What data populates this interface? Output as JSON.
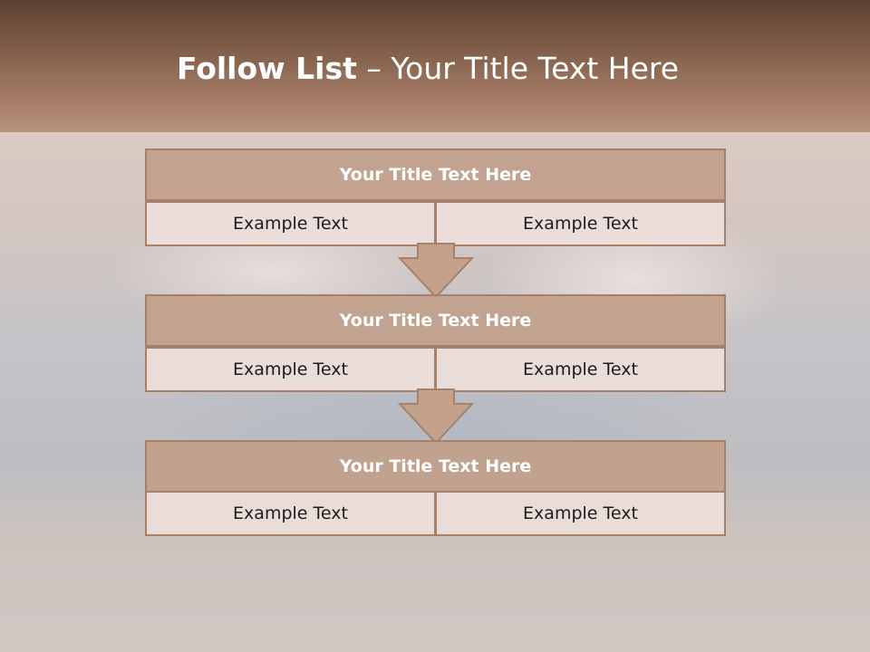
{
  "slide": {
    "title_strong": "Follow List",
    "title_rest": "  – Your Title Text Here"
  },
  "blocks": [
    {
      "title": "Your Title Text Here",
      "left": "Example Text",
      "right": "Example Text"
    },
    {
      "title": "Your Title Text Here",
      "left": "Example Text",
      "right": "Example Text"
    },
    {
      "title": "Your Title Text Here",
      "left": "Example Text",
      "right": "Example Text"
    }
  ],
  "colors": {
    "header_dark": "#5d4130",
    "block_title": "#c1a08b",
    "cell_fill": "#ecdeda",
    "border": "#a7806a",
    "arrow": "#c4a18b"
  },
  "icons": [
    "down-arrow-icon"
  ]
}
